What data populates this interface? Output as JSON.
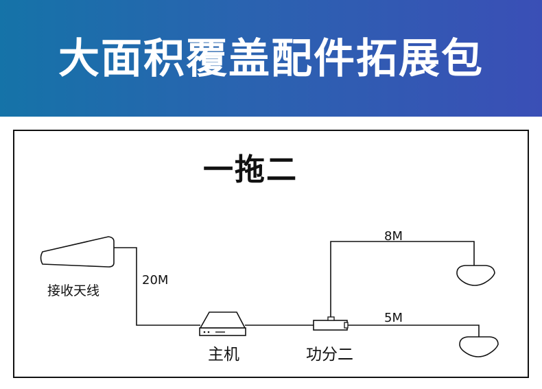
{
  "header": {
    "title": "大面积覆盖配件拓展包"
  },
  "diagram": {
    "subtitle": "一拖二",
    "antenna_label": "接收天线",
    "host_label": "主机",
    "splitter_label": "功分二",
    "cable_antenna_to_host": "20M",
    "cable_top_branch": "8M",
    "cable_bottom_branch": "5M"
  },
  "colors": {
    "banner_start": "#1573a8",
    "banner_end": "#3a4fb6",
    "line": "#111111"
  }
}
